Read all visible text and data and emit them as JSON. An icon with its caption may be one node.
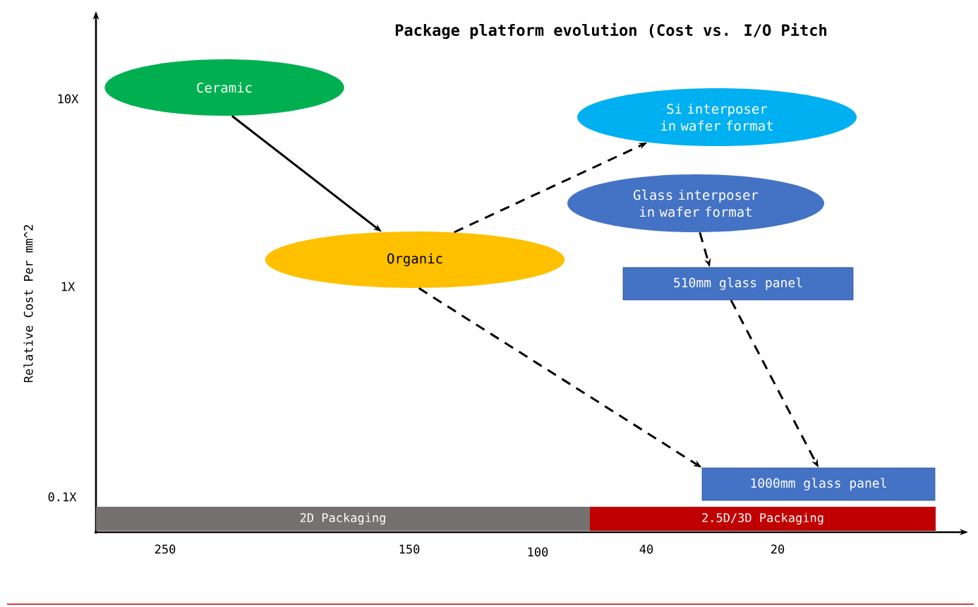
{
  "diagram": {
    "title": "Package platform evolution (Cost vs. I/O Pitch",
    "nodes": [
      {
        "text": [
          "Ceramic"
        ]
      },
      {
        "text": [
          "Organic"
        ]
      },
      {
        "text": [
          "Si interposer in wafer format"
        ]
      },
      {
        "text": [
          "Glass interposer in wafer format"
        ]
      },
      {
        "text": [
          "510mm glass panel"
        ]
      },
      {
        "text": [
          "1000mm glass panel"
        ]
      },
      {
        "text": [
          "2D Packaging"
        ]
      },
      {
        "text": [
          "2.5D/3D Packaging"
        ]
      }
    ],
    "edges": [
      {
        "from": 0,
        "to": 1,
        "arrow": "to"
      },
      {
        "from": 1,
        "to": 2,
        "arrow": "to",
        "style": "dashed"
      },
      {
        "from": 1,
        "to": 5,
        "arrow": "to",
        "style": "dashed"
      },
      {
        "from": 3,
        "to": 4,
        "arrow": "to",
        "style": "dashed"
      },
      {
        "from": 4,
        "to": 5,
        "arrow": "to",
        "style": "dashed"
      }
    ],
    "labels": [
      "10X",
      "1X",
      "Relative Cost Per mm^2",
      "0.1X",
      "250",
      "150",
      "100",
      "40",
      "20"
    ]
  }
}
